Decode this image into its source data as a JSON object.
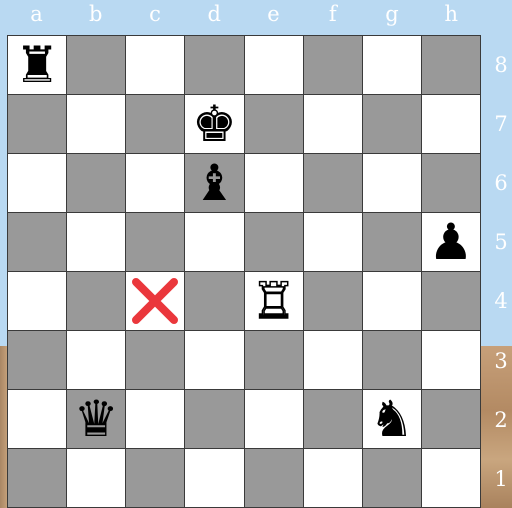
{
  "board": {
    "files": [
      "a",
      "b",
      "c",
      "d",
      "e",
      "f",
      "g",
      "h"
    ],
    "ranks": [
      "8",
      "7",
      "6",
      "5",
      "4",
      "3",
      "2",
      "1"
    ],
    "pieces": [
      {
        "square": "a8",
        "name": "black-rook-piece",
        "glyph": "♜",
        "color": "black"
      },
      {
        "square": "d7",
        "name": "black-king-piece",
        "glyph": "♚",
        "color": "black"
      },
      {
        "square": "d6",
        "name": "black-bishop-piece",
        "glyph": "♝",
        "color": "black"
      },
      {
        "square": "h5",
        "name": "black-pawn-piece",
        "glyph": "♟",
        "color": "black"
      },
      {
        "square": "e4",
        "name": "white-rook-piece",
        "glyph": "♖",
        "color": "white"
      },
      {
        "square": "b2",
        "name": "black-queen-piece",
        "glyph": "♛",
        "color": "black"
      },
      {
        "square": "g2",
        "name": "black-knight-piece",
        "glyph": "♞",
        "color": "black"
      }
    ],
    "markers": [
      {
        "square": "c4",
        "name": "red-x-marker-icon",
        "color": "#e8262b"
      }
    ],
    "colors": {
      "light_square": "#ffffff",
      "dark_square": "#999999",
      "label_color": "#ffffff",
      "background": "#b9d9f2"
    }
  }
}
